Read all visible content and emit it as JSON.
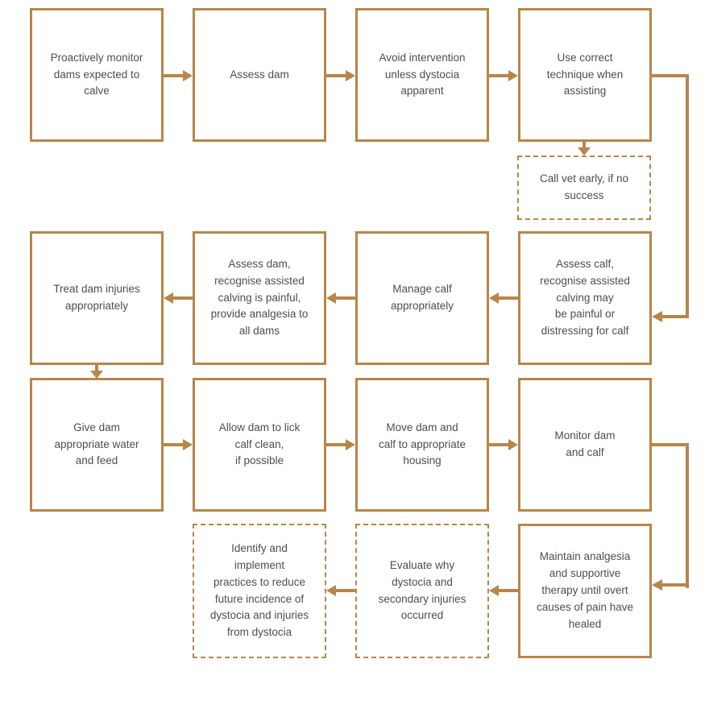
{
  "colors": {
    "accent": "#b8854a",
    "text": "#4d4e50",
    "background": "#ffffff"
  },
  "flowchart": {
    "description": "Calving dystocia management flowchart",
    "nodes": [
      {
        "id": "proactively-monitor",
        "label": "Proactively monitor\ndams expected to\ncalve",
        "border": "solid"
      },
      {
        "id": "assess-dam",
        "label": "Assess dam",
        "border": "solid"
      },
      {
        "id": "avoid-intervention",
        "label": "Avoid intervention\nunless dystocia\napparent",
        "border": "solid"
      },
      {
        "id": "use-correct-technique",
        "label": "Use correct\ntechnique when\nassisting",
        "border": "solid"
      },
      {
        "id": "call-vet-early",
        "label": "Call vet early, if no\nsuccess",
        "border": "dashed"
      },
      {
        "id": "assess-calf",
        "label": "Assess calf,\nrecognise assisted\ncalving may\nbe painful or\ndistressing for calf",
        "border": "solid"
      },
      {
        "id": "manage-calf",
        "label": "Manage calf\nappropriately",
        "border": "solid"
      },
      {
        "id": "assess-dam-analgesia",
        "label": "Assess dam,\nrecognise assisted\ncalving is painful,\nprovide analgesia to\nall dams",
        "border": "solid"
      },
      {
        "id": "treat-dam-injuries",
        "label": "Treat dam injuries\nappropriately",
        "border": "solid"
      },
      {
        "id": "give-dam-water-feed",
        "label": "Give dam\nappropriate water\nand feed",
        "border": "solid"
      },
      {
        "id": "allow-dam-lick-calf",
        "label": "Allow dam to lick\ncalf clean,\nif possible",
        "border": "solid"
      },
      {
        "id": "move-dam-calf-housing",
        "label": "Move dam and\ncalf to appropriate\nhousing",
        "border": "solid"
      },
      {
        "id": "monitor-dam-calf",
        "label": "Monitor dam\nand calf",
        "border": "solid"
      },
      {
        "id": "maintain-analgesia",
        "label": "Maintain analgesia\nand supportive\ntherapy until overt\ncauses of pain have\nhealed",
        "border": "solid"
      },
      {
        "id": "evaluate-why-dystocia",
        "label": "Evaluate why\ndystocia and\nsecondary injuries\noccurred",
        "border": "dashed"
      },
      {
        "id": "identify-implement-practices",
        "label": "Identify and\nimplement\npractices to reduce\nfuture incidence of\ndystocia and injuries\nfrom dystocia",
        "border": "dashed"
      }
    ]
  }
}
